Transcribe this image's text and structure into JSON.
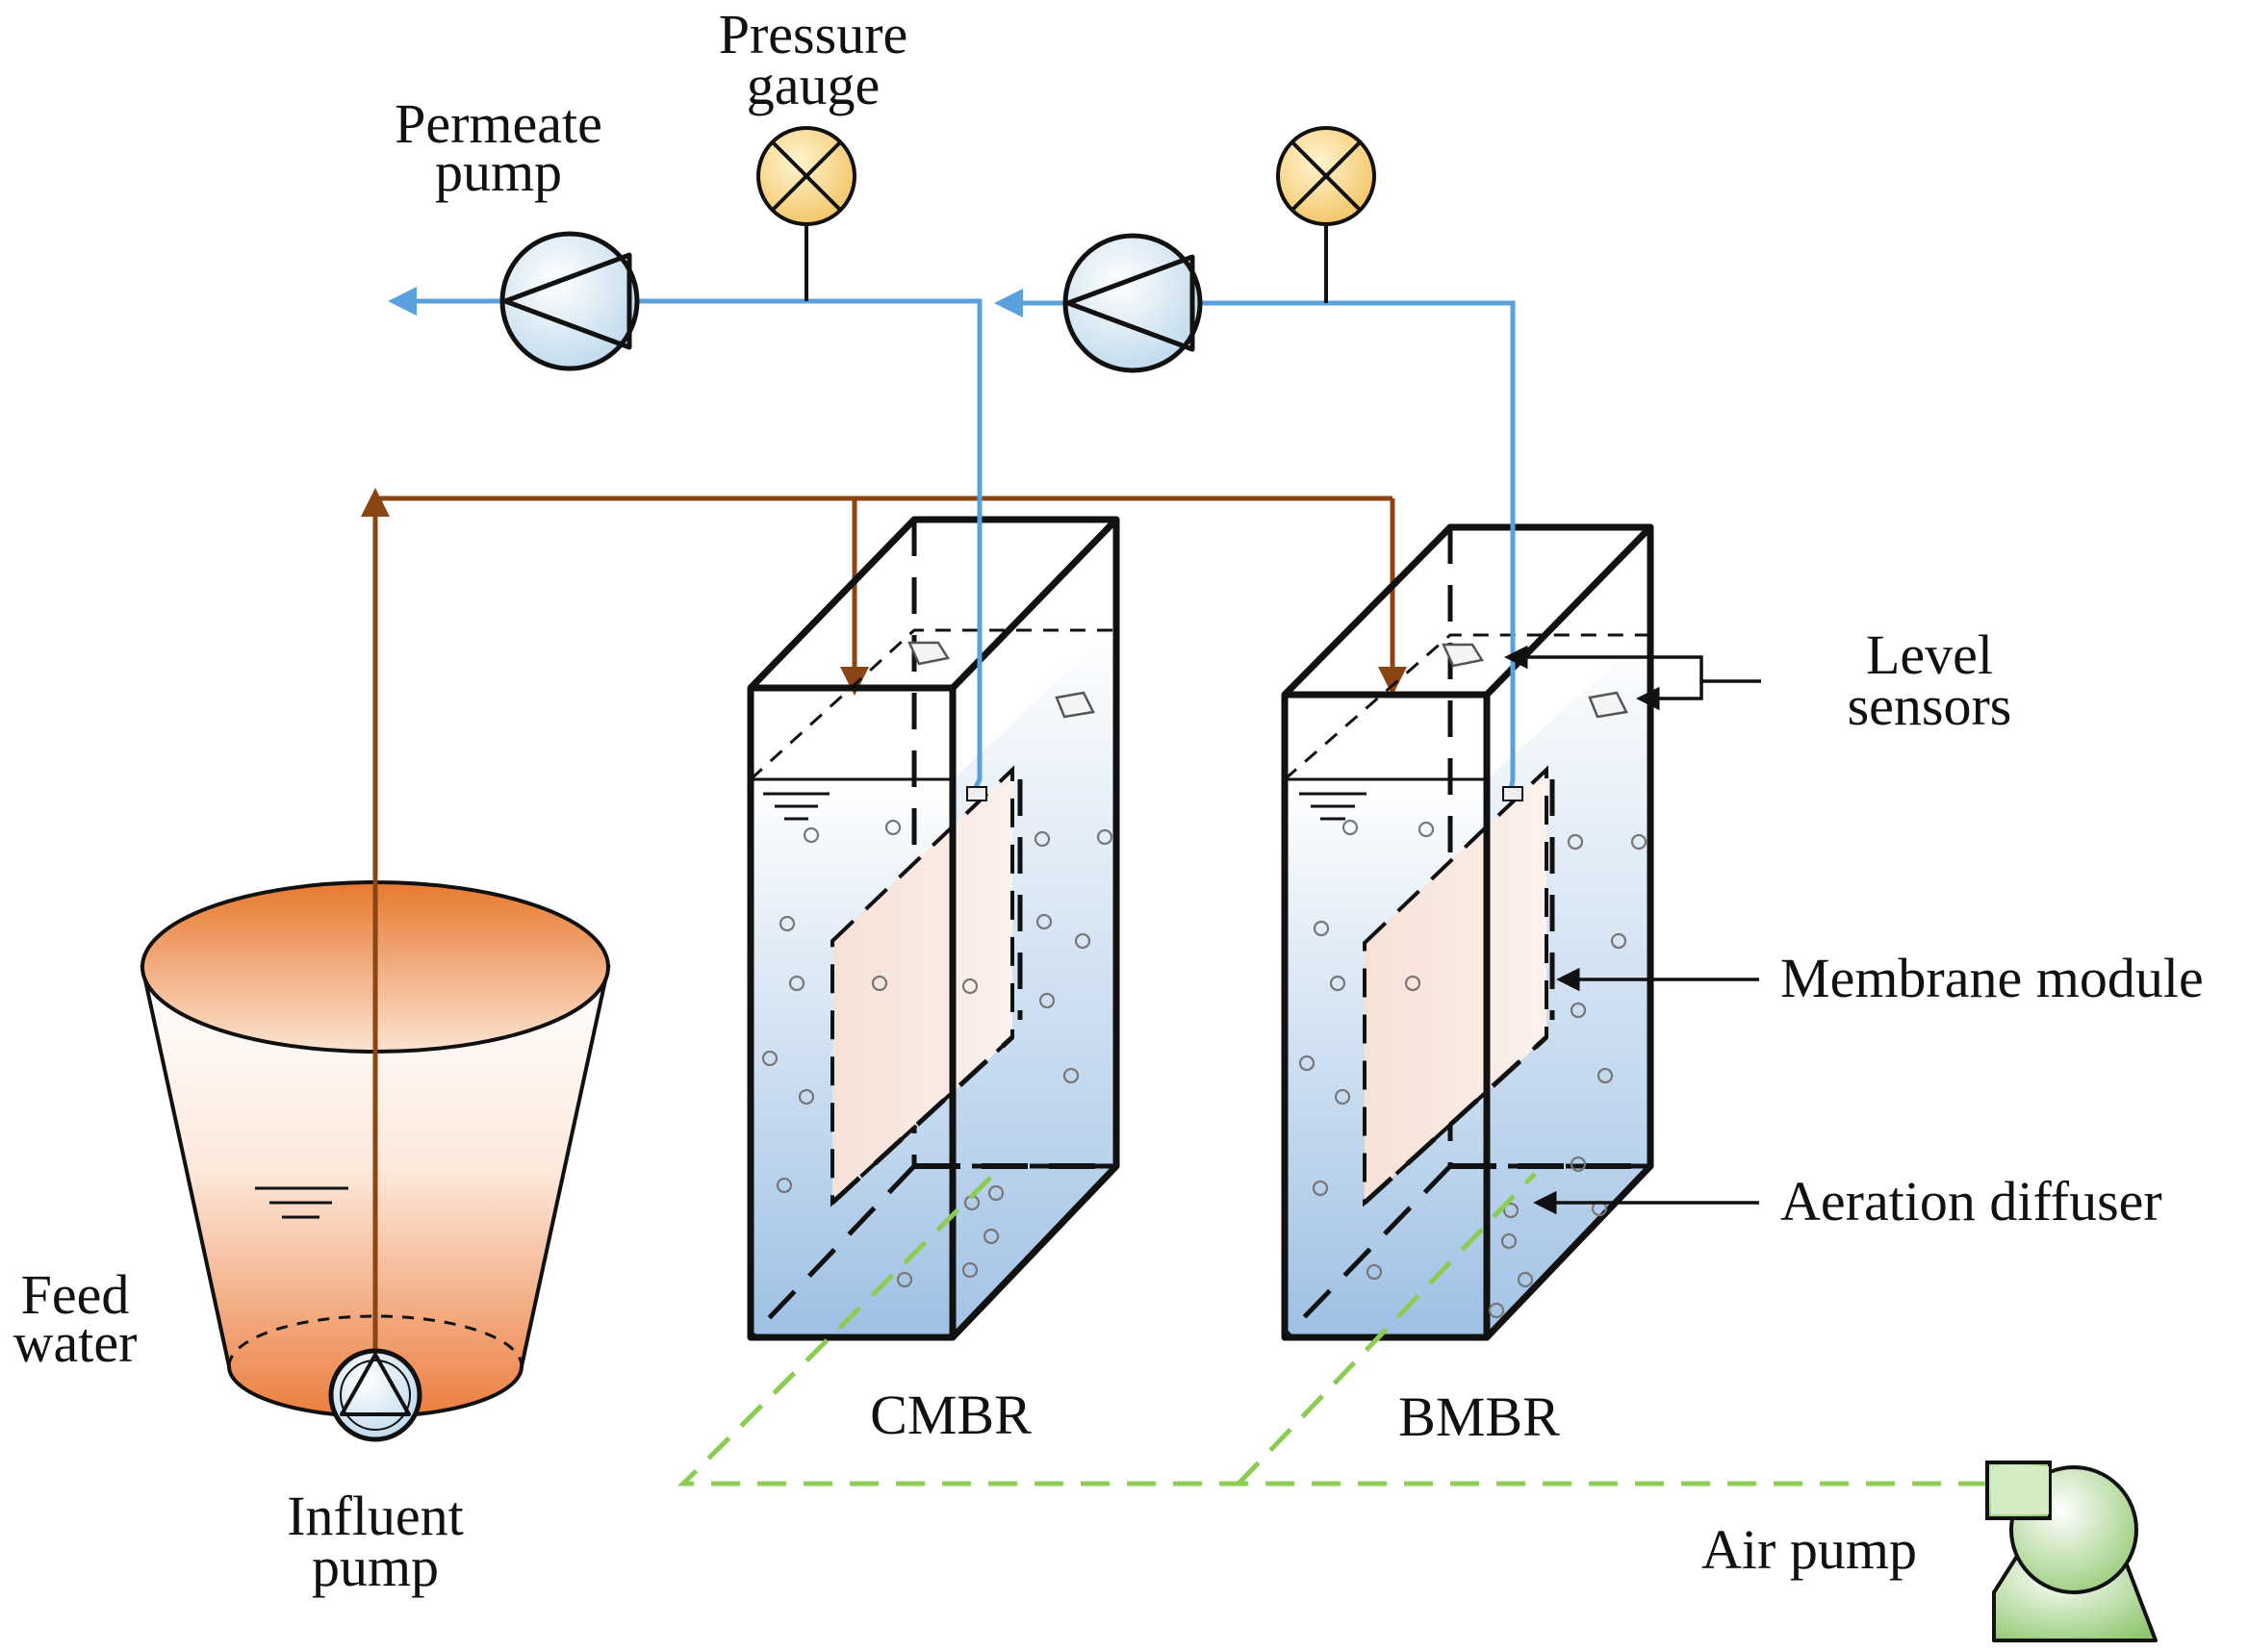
{
  "labels": {
    "pressure_gauge_line1": "Pressure",
    "pressure_gauge_line2": "gauge",
    "permeate_pump_line1": "Permeate",
    "permeate_pump_line2": "pump",
    "level_sensors_line1": "Level",
    "level_sensors_line2": "sensors",
    "membrane_module": "Membrane module",
    "aeration_diffuser": "Aeration diffuser",
    "feed_water_line1": "Feed",
    "feed_water_line2": "water",
    "influent_pump_line1": "Influent",
    "influent_pump_line2": "pump",
    "reactor_left": "CMBR",
    "reactor_right": "BMBR",
    "air_pump": "Air pump"
  },
  "colors": {
    "permeate_line": "#5aa0dc",
    "feed_line": "#8b4513",
    "air_line": "#8ccc52",
    "gauge_fill": "#f5d27a",
    "feed_water_fill": "#f08a4b",
    "tank_water_fill": "#a9c8e6",
    "membrane_fill": "#f8e6de",
    "air_pump_fill": "#9ccf7c"
  }
}
